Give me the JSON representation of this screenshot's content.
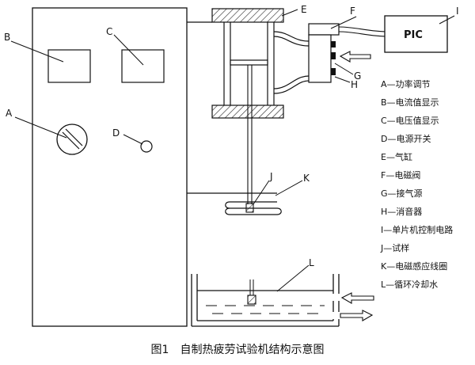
{
  "callouts": {
    "A": "A",
    "B": "B",
    "C": "C",
    "D": "D",
    "E": "E",
    "F": "F",
    "G": "G",
    "H": "H",
    "I": "I",
    "J": "J",
    "K": "K",
    "L": "L"
  },
  "controller_label": "PIC",
  "legend": [
    "A—功率调节",
    "B—电流值显示",
    "C—电压值显示",
    "D—电源开关",
    "E—气缸",
    "F—电磁阀",
    "G—接气源",
    "H—消音器",
    "I—单片机控制电路",
    "J—试样",
    "K—电磁感应线圈",
    "L—循环冷却水"
  ],
  "caption": "图1　自制热疲劳试验机结构示意图"
}
